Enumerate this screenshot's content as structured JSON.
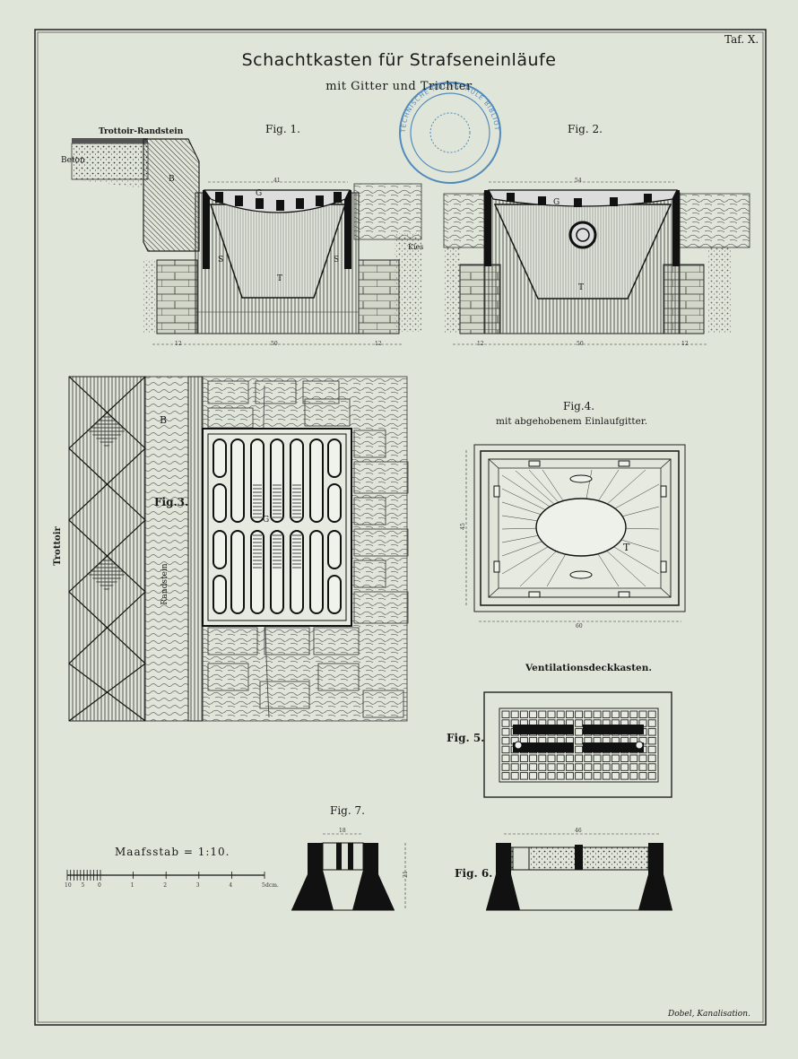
{
  "plate": {
    "number": "Taf. X.",
    "title": "Schachtkasten für Strafseneinläufe",
    "subtitle": "mit Gitter und Trichter",
    "footer": "Dobel, Kanalisation."
  },
  "fig1": {
    "caption": "Fig. 1.",
    "labels": {
      "trottoir_randstein": "Trottoir-Randstein",
      "beton": "Beton",
      "B": "B",
      "G": "G",
      "S1": "S",
      "S2": "S",
      "T": "T",
      "kies": "Kies"
    },
    "dims": {
      "top": "41",
      "left": "12",
      "middle": "50",
      "right": "12"
    }
  },
  "fig2": {
    "caption": "Fig. 2.",
    "labels": {
      "G": "G",
      "T": "T"
    },
    "dims": {
      "top": "54",
      "left": "12",
      "middle": "50",
      "right": "12"
    }
  },
  "fig3": {
    "caption": "Fig.3.",
    "labels": {
      "trottoir": "Trottoir",
      "randstein": "Randstein",
      "B": "B",
      "G": "G"
    }
  },
  "fig4": {
    "caption": "Fig.4.",
    "subcaption": "mit abgehobenem Einlaufgitter.",
    "labels": {
      "T": "T"
    },
    "dims": {
      "height": "45",
      "width": "60"
    }
  },
  "fig5": {
    "caption": "Fig. 5.",
    "heading": "Ventilationsdeckkasten."
  },
  "fig6": {
    "caption": "Fig. 6.",
    "dims": {
      "width": "46"
    }
  },
  "fig7": {
    "caption": "Fig. 7.",
    "dims": {
      "width": "18",
      "height": "21"
    }
  },
  "scale": {
    "label": "Maafsstab = 1:10.",
    "ticks": [
      "10",
      "5",
      "0",
      "1",
      "2",
      "3",
      "4",
      "5"
    ],
    "unit": "dcm."
  },
  "stamp": {
    "text": "TECHNISCHE HOCHSCHULE BIBLIOTHEK"
  }
}
